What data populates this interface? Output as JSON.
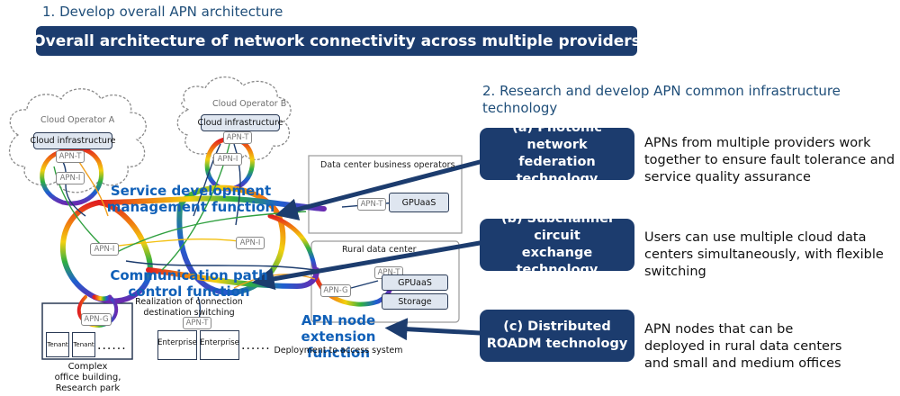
{
  "section1": {
    "title": "1. Develop overall APN architecture"
  },
  "banner": {
    "title": "Overall architecture of network connectivity across multiple providers"
  },
  "section2": {
    "title_line1": "2. Research and develop APN common infrastructure",
    "title_line2": "technology"
  },
  "techs": [
    {
      "name_line1": "(a) Photonic network",
      "name_line2": "federation technology",
      "desc": [
        "APNs from multiple providers work",
        "together to ensure fault tolerance and",
        "service quality assurance"
      ]
    },
    {
      "name_line1": "(b) Subchannel circuit",
      "name_line2": "exchange technology",
      "desc": [
        "Users can use multiple cloud data",
        "centers simultaneously, with flexible",
        "switching"
      ]
    },
    {
      "name_line1": "(c) Distributed",
      "name_line2": "ROADM technology",
      "desc": [
        "APN nodes that can be",
        "deployed in rural data centers",
        "and small and medium offices"
      ]
    }
  ],
  "diagram": {
    "cloud_a": {
      "label": "Cloud Operator A",
      "infra": "Cloud infrastructure",
      "apn_t": "APN-T",
      "apn_i": "APN-I"
    },
    "cloud_b": {
      "label": "Cloud Operator B",
      "infra": "Cloud infrastructure",
      "apn_t": "APN-T",
      "apn_i": "APN-I"
    },
    "dc_business": {
      "label": "Data center business operators",
      "apn_t": "APN-T",
      "service": "GPUaaS"
    },
    "rural_dc": {
      "label": "Rural data center",
      "apn_t": "APN-T",
      "apn_g": "APN-G",
      "service1": "GPUaaS",
      "service2": "Storage"
    },
    "apn_i_left": "APN-I",
    "apn_i_center": "APN-I",
    "functions": {
      "service_dev": [
        "Service development",
        "management function"
      ],
      "comm_path": [
        "Communication path",
        "control function"
      ],
      "comm_path_sub": [
        "Realization of connection",
        "destination switching"
      ],
      "node_ext": [
        "APN node",
        "extension function"
      ],
      "node_ext_sub": "Deployment to access system"
    },
    "office": {
      "apn_g": "APN-G",
      "tenant1": "Tenant",
      "tenant2": "Tenant",
      "ellipsis": "......",
      "caption": [
        "Complex",
        "office building,",
        "Research park"
      ]
    },
    "enterprise": {
      "apn_t": "APN-T",
      "ent1": "Enterprise",
      "ent2": "Enterprise",
      "ellipsis": "......"
    }
  }
}
